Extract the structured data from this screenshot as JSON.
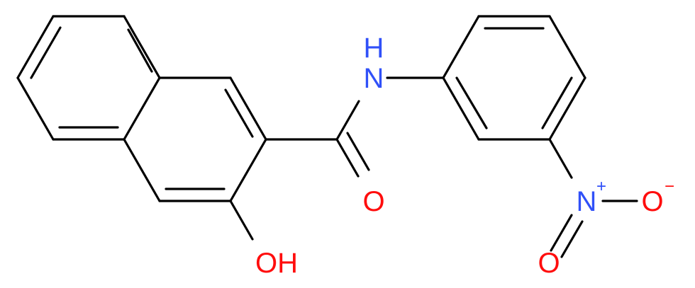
{
  "molecule": {
    "colors": {
      "bond": "#000000",
      "nitrogen": "#3050f8",
      "oxygen": "#ff0d0d",
      "background": "#ffffff"
    },
    "atoms": {
      "amide_n": {
        "element": "N",
        "hydrogen": "H",
        "color_key": "nitrogen"
      },
      "carbonyl_o": {
        "element": "O",
        "color_key": "oxygen"
      },
      "hydroxyl_o": {
        "element": "O",
        "hydrogen": "H",
        "label": "OH",
        "color_key": "oxygen"
      },
      "nitro_n": {
        "element": "N",
        "charge": "+",
        "color_key": "nitrogen"
      },
      "nitro_o_minus": {
        "element": "O",
        "charge": "−",
        "color_key": "oxygen"
      },
      "nitro_o_double": {
        "element": "O",
        "color_key": "oxygen"
      }
    }
  }
}
